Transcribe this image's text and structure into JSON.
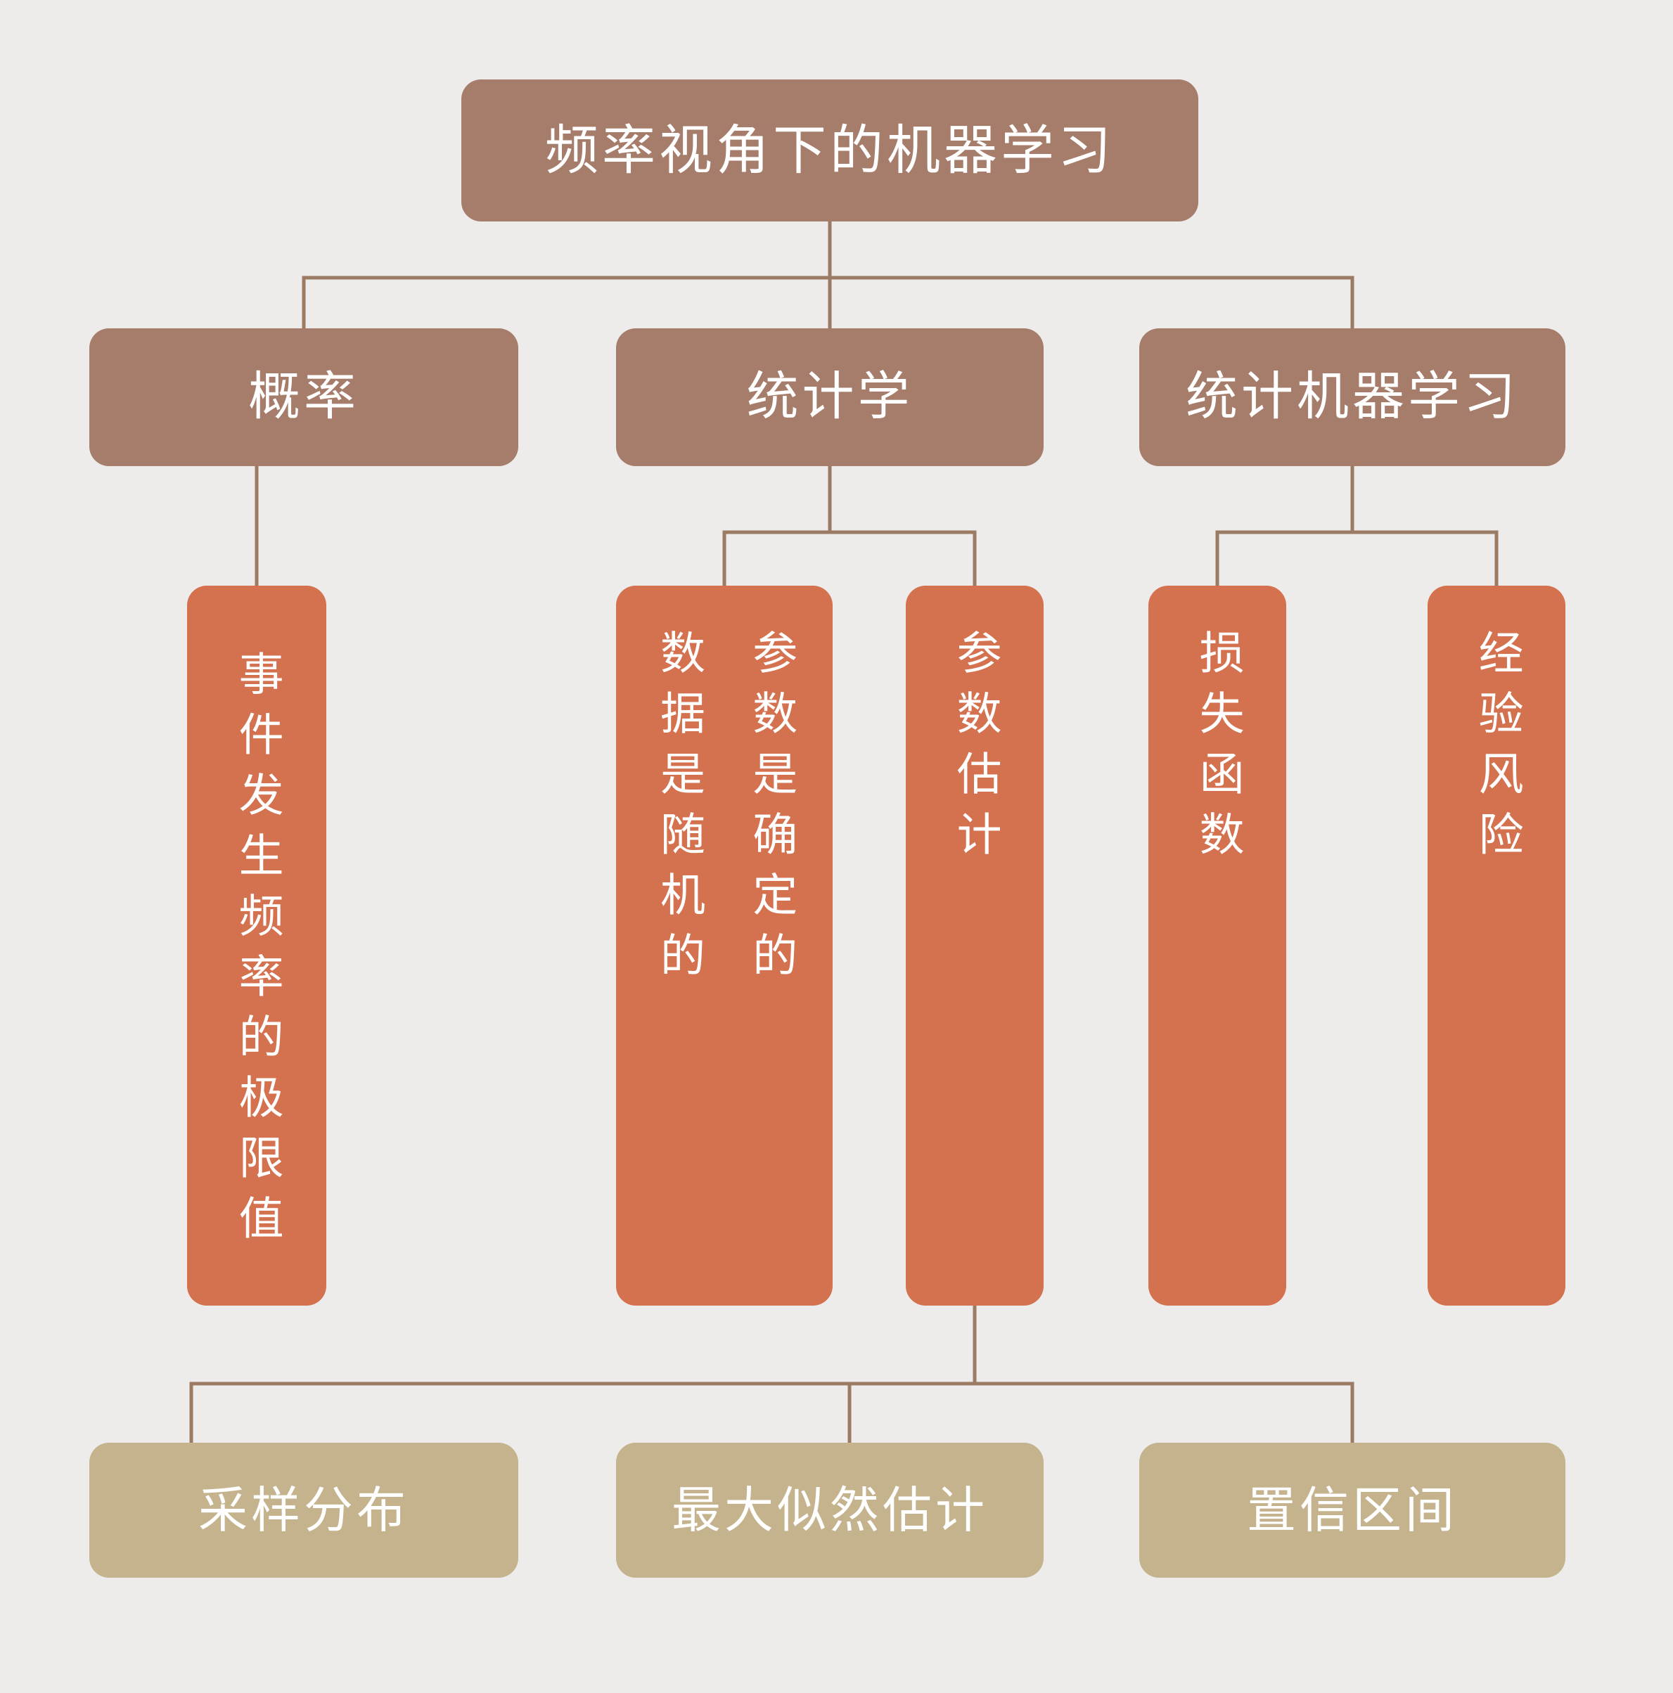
{
  "diagram": {
    "type": "tree",
    "colors": {
      "background": "#EDECEA",
      "branch": "#A67C6B",
      "leaf": "#D4714F",
      "bottom": "#C4B38C",
      "connector": "#9C7B64",
      "text": "#FFFFFF"
    },
    "root": {
      "label": "频率视角下的机器学习"
    },
    "level2": {
      "probability": {
        "label": "概率"
      },
      "statistics": {
        "label": "统计学"
      },
      "statistical_ml": {
        "label": "统计机器学习"
      }
    },
    "level3": {
      "frequency_limit": {
        "label": "事件发生频率的极限值"
      },
      "frequentist_view": {
        "right_column": "参数是确定的",
        "left_column": "数据是随机的"
      },
      "parameter_estimation": {
        "label": "参数估计"
      },
      "loss_function": {
        "label": "损失函数"
      },
      "empirical_risk": {
        "label": "经验风险"
      }
    },
    "level4": {
      "sampling_distribution": {
        "label": "采样分布"
      },
      "mle": {
        "label": "最大似然估计"
      },
      "confidence_interval": {
        "label": "置信区间"
      }
    },
    "edges": [
      [
        "频率视角下的机器学习",
        "概率"
      ],
      [
        "频率视角下的机器学习",
        "统计学"
      ],
      [
        "频率视角下的机器学习",
        "统计机器学习"
      ],
      [
        "概率",
        "事件发生频率的极限值"
      ],
      [
        "统计学",
        "参数是确定的/数据是随机的"
      ],
      [
        "统计学",
        "参数估计"
      ],
      [
        "统计机器学习",
        "损失函数"
      ],
      [
        "统计机器学习",
        "经验风险"
      ],
      [
        "参数估计",
        "采样分布"
      ],
      [
        "参数估计",
        "最大似然估计"
      ],
      [
        "参数估计",
        "置信区间"
      ]
    ]
  }
}
